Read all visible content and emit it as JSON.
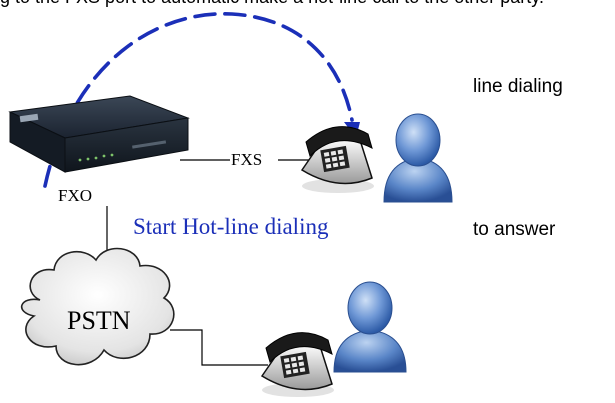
{
  "header": {
    "caption_fragment": "g to the FXS port to automatic make a hot-line call to the other party.",
    "right_label_1": "line dialing",
    "right_label_2": "to answer"
  },
  "diagram": {
    "fxo_label": "FXO",
    "fxs_label": "FXS",
    "start_label": "Start Hot-line dialing",
    "pstn_label": "PSTN"
  },
  "colors": {
    "accent_blue": "#1b2fb8",
    "gateway_body": "#1c2530",
    "person_blue": "#5b86c8",
    "cloud_fill": "#e6e6e6"
  }
}
